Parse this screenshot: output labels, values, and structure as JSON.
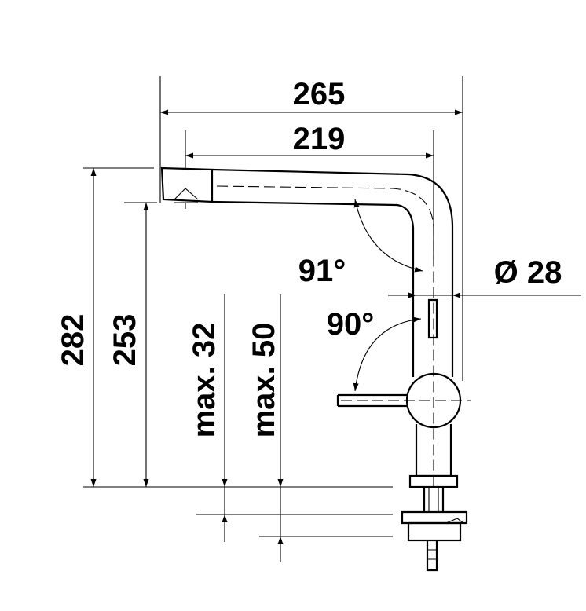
{
  "dimensions": {
    "overall_width": "265",
    "spout_reach": "219",
    "total_height": "282",
    "spout_height": "253",
    "countertop_thickness": "max. 32",
    "max_clamp_thickness": "max. 50",
    "swivel_angle": "91°",
    "lever_angle": "90°",
    "diameter": "Ø 28"
  }
}
